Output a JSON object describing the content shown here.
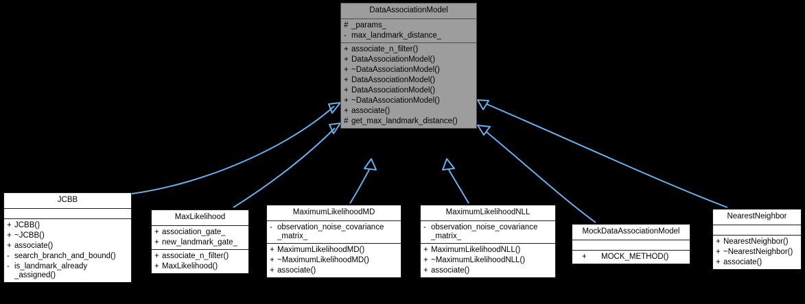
{
  "diagram": {
    "type": "uml-class-inheritance",
    "background_color": "#000000",
    "base_node_fill": "#9d9d9d",
    "node_fill": "#ffffff",
    "edge_color": "#6cb1ee",
    "text_color": "#000000"
  },
  "nodes": {
    "base": {
      "name": "DataAssociationModel",
      "attributes": [
        {
          "vis": "#",
          "name": "_params_"
        },
        {
          "vis": "-",
          "name": "max_landmark_distance_"
        }
      ],
      "methods": [
        {
          "vis": "+",
          "name": "associate_n_filter()"
        },
        {
          "vis": "+",
          "name": "DataAssociationModel()"
        },
        {
          "vis": "+",
          "name": "~DataAssociationModel()"
        },
        {
          "vis": "+",
          "name": "DataAssociationModel()"
        },
        {
          "vis": "+",
          "name": "DataAssociationModel()"
        },
        {
          "vis": "+",
          "name": "~DataAssociationModel()"
        },
        {
          "vis": "+",
          "name": "associate()"
        },
        {
          "vis": "#",
          "name": "get_max_landmark_distance()"
        }
      ]
    },
    "jcbb": {
      "name": "JCBB",
      "attributes": [],
      "methods": [
        {
          "vis": "+",
          "name": "JCBB()"
        },
        {
          "vis": "+",
          "name": "~JCBB()"
        },
        {
          "vis": "+",
          "name": "associate()"
        },
        {
          "vis": "-",
          "name": "search_branch_and_bound()"
        },
        {
          "vis": "-",
          "name": "is_landmark_already\n_assigned()"
        }
      ]
    },
    "max_likelihood": {
      "name": "MaxLikelihood",
      "attributes": [
        {
          "vis": "+",
          "name": "association_gate_"
        },
        {
          "vis": "+",
          "name": "new_landmark_gate_"
        }
      ],
      "methods": [
        {
          "vis": "+",
          "name": "associate_n_filter()"
        },
        {
          "vis": "+",
          "name": "MaxLikelihood()"
        }
      ]
    },
    "max_likelihood_md": {
      "name": "MaximumLikelihoodMD",
      "attributes": [
        {
          "vis": "-",
          "name": "observation_noise_covariance\n_matrix_"
        }
      ],
      "methods": [
        {
          "vis": "+",
          "name": "MaximumLikelihoodMD()"
        },
        {
          "vis": "+",
          "name": "~MaximumLikelihoodMD()"
        },
        {
          "vis": "+",
          "name": "associate()"
        }
      ]
    },
    "max_likelihood_nll": {
      "name": "MaximumLikelihoodNLL",
      "attributes": [
        {
          "vis": "-",
          "name": "observation_noise_covariance\n_matrix_"
        }
      ],
      "methods": [
        {
          "vis": "+",
          "name": "MaximumLikelihoodNLL()"
        },
        {
          "vis": "+",
          "name": "~MaximumLikelihoodNLL()"
        },
        {
          "vis": "+",
          "name": "associate()"
        }
      ]
    },
    "mock": {
      "name": "MockDataAssociationModel",
      "attributes": [],
      "methods": [
        {
          "vis": "+",
          "name": "MOCK_METHOD()"
        }
      ]
    },
    "nearest_neighbor": {
      "name": "NearestNeighbor",
      "attributes": [],
      "methods": [
        {
          "vis": "+",
          "name": "NearestNeighbor()"
        },
        {
          "vis": "+",
          "name": "~NearestNeighbor()"
        },
        {
          "vis": "+",
          "name": "associate()"
        }
      ]
    }
  },
  "edges": [
    {
      "from": "jcbb",
      "to": "base",
      "kind": "inheritance"
    },
    {
      "from": "max_likelihood",
      "to": "base",
      "kind": "inheritance"
    },
    {
      "from": "max_likelihood_md",
      "to": "base",
      "kind": "inheritance"
    },
    {
      "from": "max_likelihood_nll",
      "to": "base",
      "kind": "inheritance"
    },
    {
      "from": "mock",
      "to": "base",
      "kind": "inheritance"
    },
    {
      "from": "nearest_neighbor",
      "to": "base",
      "kind": "inheritance"
    }
  ]
}
